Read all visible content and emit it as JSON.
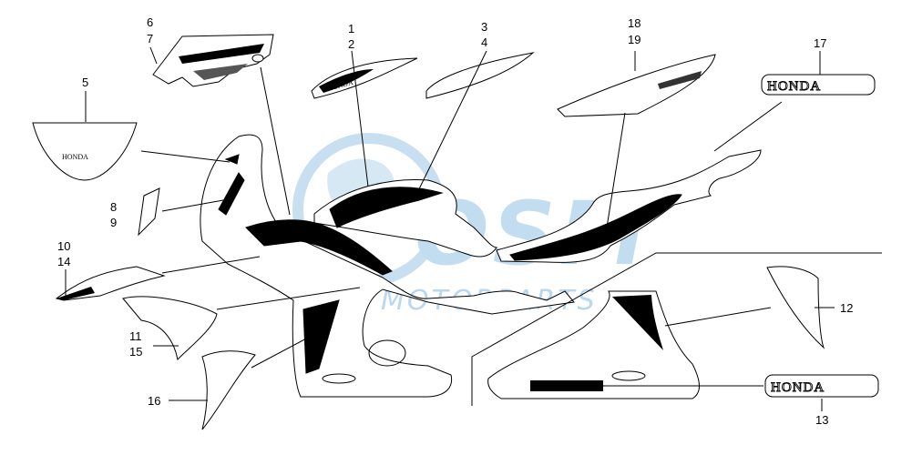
{
  "watermark": {
    "brand_text": "OSM",
    "sub_text": "MOTORPARTS",
    "color": "#b9d7ee"
  },
  "logos": {
    "honda_large": "HONDA",
    "honda_small": "HONDA"
  },
  "callouts": [
    {
      "label": "1",
      "id": "c1"
    },
    {
      "label": "2",
      "id": "c2"
    },
    {
      "label": "3",
      "id": "c3"
    },
    {
      "label": "4",
      "id": "c4"
    },
    {
      "label": "5",
      "id": "c5"
    },
    {
      "label": "6",
      "id": "c6"
    },
    {
      "label": "7",
      "id": "c7"
    },
    {
      "label": "8",
      "id": "c8"
    },
    {
      "label": "9",
      "id": "c9"
    },
    {
      "label": "10",
      "id": "c10"
    },
    {
      "label": "14",
      "id": "c14"
    },
    {
      "label": "11",
      "id": "c11"
    },
    {
      "label": "15",
      "id": "c15"
    },
    {
      "label": "16",
      "id": "c16"
    },
    {
      "label": "12",
      "id": "c12"
    },
    {
      "label": "13",
      "id": "c13"
    },
    {
      "label": "17",
      "id": "c17"
    },
    {
      "label": "18",
      "id": "c18"
    },
    {
      "label": "19",
      "id": "c19"
    }
  ]
}
